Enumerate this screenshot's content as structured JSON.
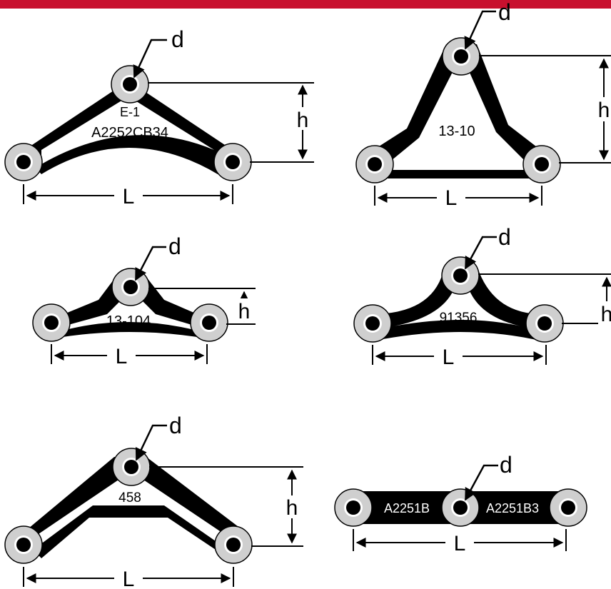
{
  "colors": {
    "header_bar": "#c8102e",
    "bushing": "#cfcfcf",
    "link": "#000000"
  },
  "labels": {
    "d": "d",
    "h": "h",
    "L": "L"
  },
  "parts": {
    "e1_top": "E-1",
    "e1_bottom": "A2252CB34",
    "p13_10": "13-10",
    "p13_104": "13-104",
    "p91356": "91356",
    "p458": "458",
    "a2251b": "A2251B",
    "a2251b3": "A2251B3"
  }
}
